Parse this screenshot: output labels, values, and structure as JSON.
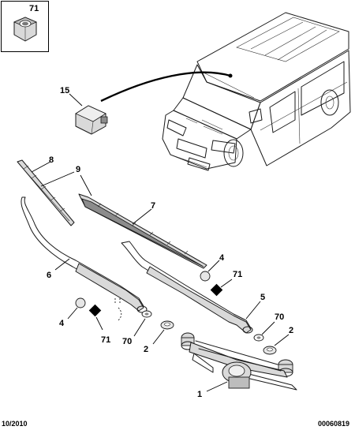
{
  "inset": {
    "ref": "71"
  },
  "refs": {
    "r15": "15",
    "r8": "8",
    "r9": "9",
    "r7": "7",
    "r6": "6",
    "r4a": "4",
    "r71a": "71",
    "r5": "5",
    "r4b": "4",
    "r71b": "71",
    "r70a": "70",
    "r2a": "2",
    "r70b": "70",
    "r2b": "2",
    "r1": "1"
  },
  "footer": {
    "date": "10/2010",
    "code": "00060819"
  }
}
